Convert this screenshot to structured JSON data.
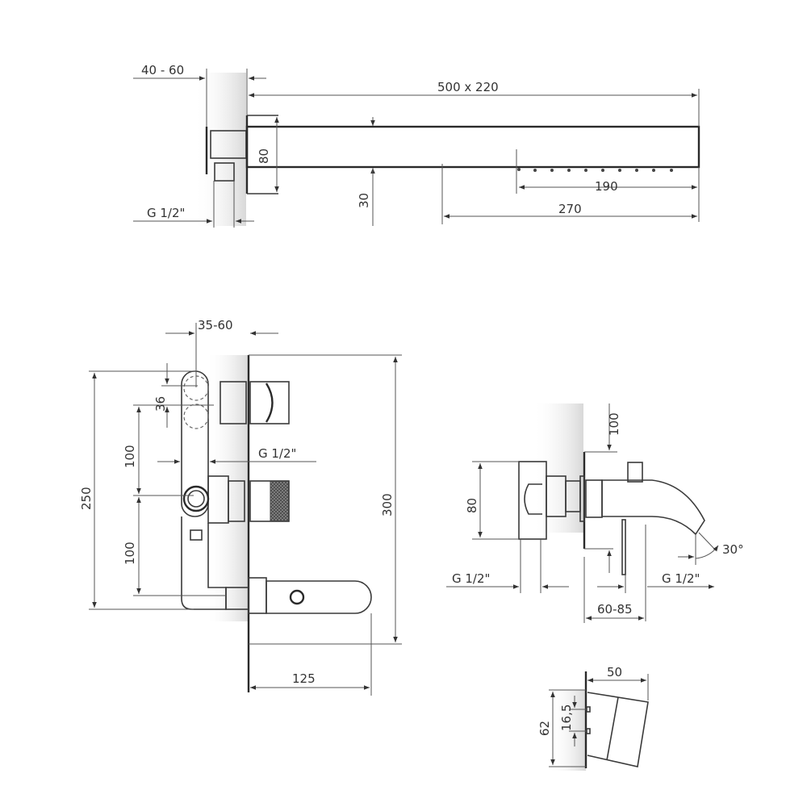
{
  "shower_arm_view": {
    "wall_depth": "40 - 60",
    "arm_size": "500 x 220",
    "flange_height": "80",
    "arm_thickness": "30",
    "nozzle_span": "190",
    "inlet_offset": "270",
    "thread": "G 1/2\""
  },
  "concealed_mixer_view": {
    "depth": "35-60",
    "pitch": "36",
    "upper_spacing": "100",
    "lower_spacing": "100",
    "total_height": "250",
    "plate_height": "300",
    "thread": "G 1/2\"",
    "spout_length": "125"
  },
  "bath_mixer_view": {
    "body_height": "80",
    "offset": "100",
    "thread_left": "G 1/2\"",
    "thread_right": "G 1/2\"",
    "projection": "60-85",
    "angle": "30°"
  },
  "holder_view": {
    "width": "50",
    "height": "62",
    "hole_spacing": "16,5"
  }
}
